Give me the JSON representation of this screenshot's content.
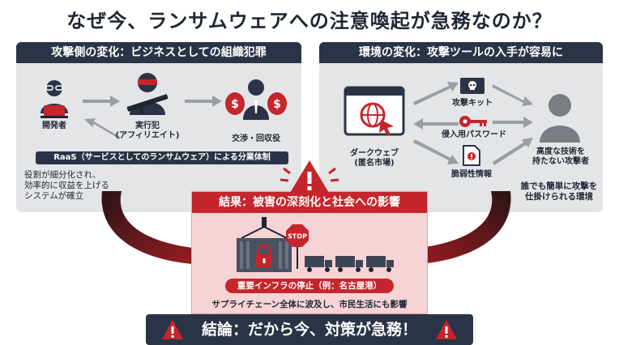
{
  "title": "なぜ今、ランサムウェアへの注意喚起が急務なのか？",
  "left": {
    "heading": "攻撃側の変化：ビジネスとしての組織犯罪",
    "developer": "開発者",
    "affiliate": "実行犯\n(アフィリエイト)",
    "negotiation": "交渉・回収役",
    "raas": "RaaS（サービスとしてのランサムウェア）による分業体制",
    "note": "役割が細分化され、\n効率的に収益を上げる\nシステムが確立"
  },
  "right": {
    "heading": "環境の変化：攻撃ツールの入手が容易に",
    "darkweb": "ダークウェブ\n(匿名市場)",
    "attack_kit": "攻撃キット",
    "password": "侵入用パスワード",
    "vuln": "脆弱性情報",
    "attacker": "高度な技術を\n持たない攻撃者",
    "note": "誰でも簡単に攻撃を\n仕掛けられる環境"
  },
  "result": {
    "heading": "結果：被害の深刻化と社会への影響",
    "stop_sign": "STOP",
    "infra": "重要インフラの停止（例：名古屋港）",
    "supply": "サプライチェーン全体に波及し、市民生活にも影響"
  },
  "conclusion": "結論：だから今、対策が急務！",
  "colors": {
    "navy": "#2b3446",
    "red": "#c5252c",
    "panel_gray": "#e4e5e7",
    "result_pink": "#f6d3d4",
    "arrow_gray": "#9a9da3"
  }
}
